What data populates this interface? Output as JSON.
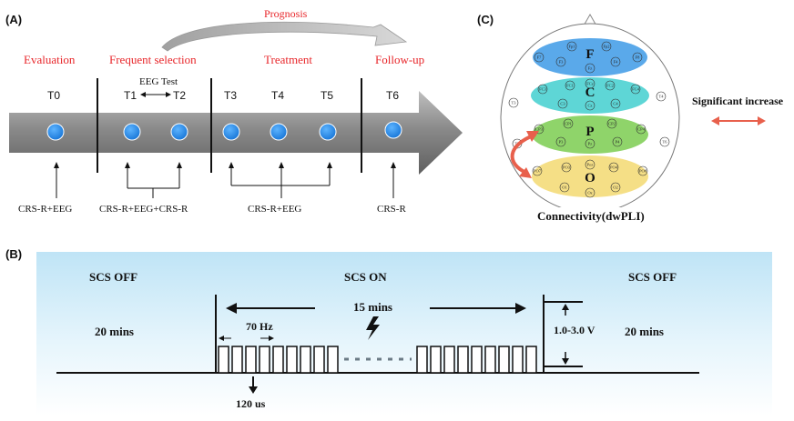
{
  "panel_a": {
    "label": "(A)",
    "prognosis": "Prognosis",
    "phases": [
      "Evaluation",
      "Frequent selection",
      "Treatment",
      "Follow-up"
    ],
    "eeg_test": "EEG Test",
    "timepoints": [
      "T0",
      "T1",
      "T2",
      "T3",
      "T4",
      "T5",
      "T6"
    ],
    "assessments": [
      "CRS-R+EEG",
      "CRS-R+EEG+CRS-R",
      "CRS-R+EEG",
      "CRS-R"
    ]
  },
  "panel_c": {
    "label": "(C)",
    "regions": [
      "F",
      "C",
      "P",
      "O"
    ],
    "significant": "Significant increase",
    "caption": "Connectivity(dwPLI)",
    "electrodes": {
      "frontal": [
        "Fp1",
        "Fp2",
        "F7",
        "F3",
        "Fz",
        "F4",
        "F8"
      ],
      "central": [
        "FC3",
        "FC1",
        "FCz",
        "FC2",
        "FC4",
        "C3",
        "Cz",
        "C4",
        "T3",
        "T4"
      ],
      "parietal": [
        "CP3",
        "CP1",
        "CP2",
        "CP4",
        "P3",
        "Pz",
        "P4",
        "T5",
        "T6"
      ],
      "occipital": [
        "PO7",
        "PO3",
        "Poz",
        "PO4",
        "PO8",
        "O1",
        "Oz",
        "O2"
      ]
    },
    "colors": {
      "frontal": "#5aa9ea",
      "central": "#5ed6d6",
      "parietal": "#8fd46a",
      "occipital": "#f5df86",
      "arrow": "#e8604c"
    }
  },
  "panel_b": {
    "label": "(B)",
    "scs_off_left": "SCS OFF",
    "scs_on": "SCS ON",
    "scs_off_right": "SCS OFF",
    "duration_off_left": "20 mins",
    "duration_on": "15 mins",
    "duration_off_right": "20 mins",
    "frequency": "70 Hz",
    "pulse_width": "120 us",
    "amplitude": "1.0-3.0 V"
  }
}
